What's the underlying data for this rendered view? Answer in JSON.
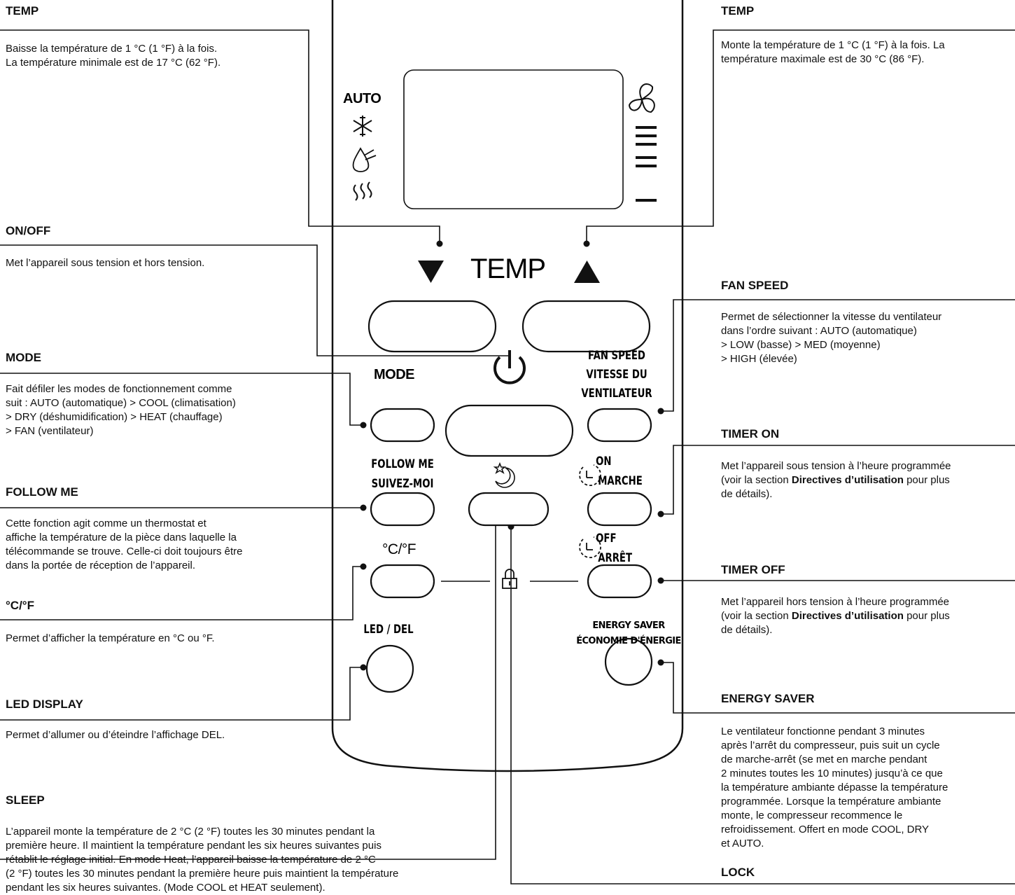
{
  "left": {
    "temp_down": {
      "heading": "TEMP",
      "desc": [
        "Baisse la température de 1 °C (1 °F) à la fois.",
        "La température minimale est de 17 °C (62 °F)."
      ]
    },
    "onoff": {
      "heading": "ON/OFF",
      "desc": [
        "Met l’appareil sous tension et hors tension."
      ]
    },
    "mode": {
      "heading": "MODE",
      "desc": [
        "Fait défiler les modes de fonctionnement comme",
        "suit : AUTO (automatique) > COOL (climatisation)",
        "> DRY (déshumidification) > HEAT (chauffage)",
        "> FAN (ventilateur)"
      ]
    },
    "follow_me": {
      "heading": "FOLLOW ME",
      "desc": [
        "Cette fonction agit comme un thermostat et",
        "affiche la température de la pièce dans laquelle la",
        "télécommande se trouve. Celle-ci doit toujours être",
        "dans la portée de réception de l’appareil."
      ]
    },
    "cf": {
      "heading": "°C/°F",
      "desc": [
        "Permet d’afficher la température en °C ou °F."
      ]
    },
    "led": {
      "heading": "LED DISPLAY",
      "desc": [
        "Permet d’allumer ou d’éteindre l’affichage DEL."
      ]
    },
    "sleep": {
      "heading": "SLEEP",
      "desc": [
        "L’appareil monte la température de 2 °C (2 °F) toutes les 30 minutes pendant la",
        "première heure. Il maintient la température pendant les six heures suivantes puis",
        "rétablit le réglage initial. En mode Heat, l’appareil baisse la température de 2 °C",
        "(2 °F) toutes les 30 minutes pendant la première heure puis maintient la température",
        "pendant les six heures suivantes. (Mode COOL et HEAT seulement)."
      ]
    }
  },
  "right": {
    "temp_up": {
      "heading": "TEMP",
      "desc": [
        "Monte la température de 1 °C (1 °F) à la fois. La",
        "température maximale est de 30 °C (86 °F)."
      ]
    },
    "fan_speed": {
      "heading": "FAN SPEED",
      "desc": [
        "Permet de sélectionner la vitesse du ventilateur",
        "dans l’ordre suivant : AUTO (automatique)",
        "> LOW (basse) > MED (moyenne)",
        "> HIGH (élevée)"
      ]
    },
    "timer_on": {
      "heading": "TIMER ON",
      "desc_pre": "Met l’appareil sous tension à l’heure programmée",
      "desc_mid": "(voir la section ",
      "desc_bold": "Directives d’utilisation",
      "desc_post": " pour plus",
      "desc_end": "de détails)."
    },
    "timer_off": {
      "heading": "TIMER OFF",
      "desc_pre": "Met l’appareil hors tension à l’heure programmée",
      "desc_mid": "(voir la section ",
      "desc_bold": "Directives d’utilisation",
      "desc_post": " pour plus",
      "desc_end": "de détails)."
    },
    "energy": {
      "heading": "ENERGY SAVER",
      "desc": [
        "Le ventilateur fonctionne pendant 3 minutes",
        "après l’arrêt du compresseur, puis suit un cycle",
        "de marche-arrêt (se met en marche pendant",
        "2 minutes toutes les 10 minutes) jusqu’à ce que",
        "la température ambiante dépasse la température",
        "programmée. Lorsque la température ambiante",
        "monte, le compresseur recommence le",
        "refroidissement. Offert en mode COOL, DRY",
        "et AUTO."
      ]
    },
    "lock": {
      "heading": "LOCK"
    }
  },
  "remote": {
    "mode_auto": "AUTO",
    "temp_label": "TEMP",
    "mode_label": "MODE",
    "fan_line1": "FAN SPEED",
    "fan_line2": "VITESSE DU",
    "fan_line3": "VENTILATEUR",
    "follow1": "FOLLOW ME",
    "follow2": "SUIVEZ-MOI",
    "on1": "ON",
    "on2": "MARCHE",
    "cf_label": "°C/°F",
    "off1": "OFF",
    "off2": "ARRÊT",
    "led_label": "LED / DEL",
    "energy1": "ENERGY SAVER",
    "energy2": "ÉCONOMIE D'ÉNERGIE"
  },
  "icons": [
    "snowflake-icon",
    "dry-drop-icon",
    "heat-waves-icon",
    "fan-icon",
    "power-icon",
    "sleep-icon",
    "clock-icon",
    "lock-icon"
  ]
}
